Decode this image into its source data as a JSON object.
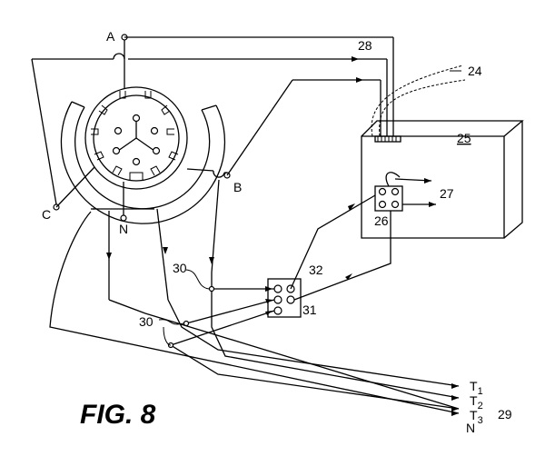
{
  "figure": {
    "title": "FIG. 8",
    "terminal_labels": {
      "A": "A",
      "B": "B",
      "C": "C",
      "N": "N"
    },
    "ref_numerals": {
      "n24": "24",
      "n25": "25",
      "n26": "26",
      "n27": "27",
      "n28": "28",
      "n29": "29",
      "n30a": "30",
      "n30b": "30",
      "n31": "31",
      "n32": "32"
    },
    "outputs": {
      "t1_letter": "T",
      "t1_sub": "1",
      "t2_letter": "T",
      "t2_sub": "2",
      "t3_letter": "T",
      "t3_sub": "3",
      "n_letter": "N"
    }
  }
}
